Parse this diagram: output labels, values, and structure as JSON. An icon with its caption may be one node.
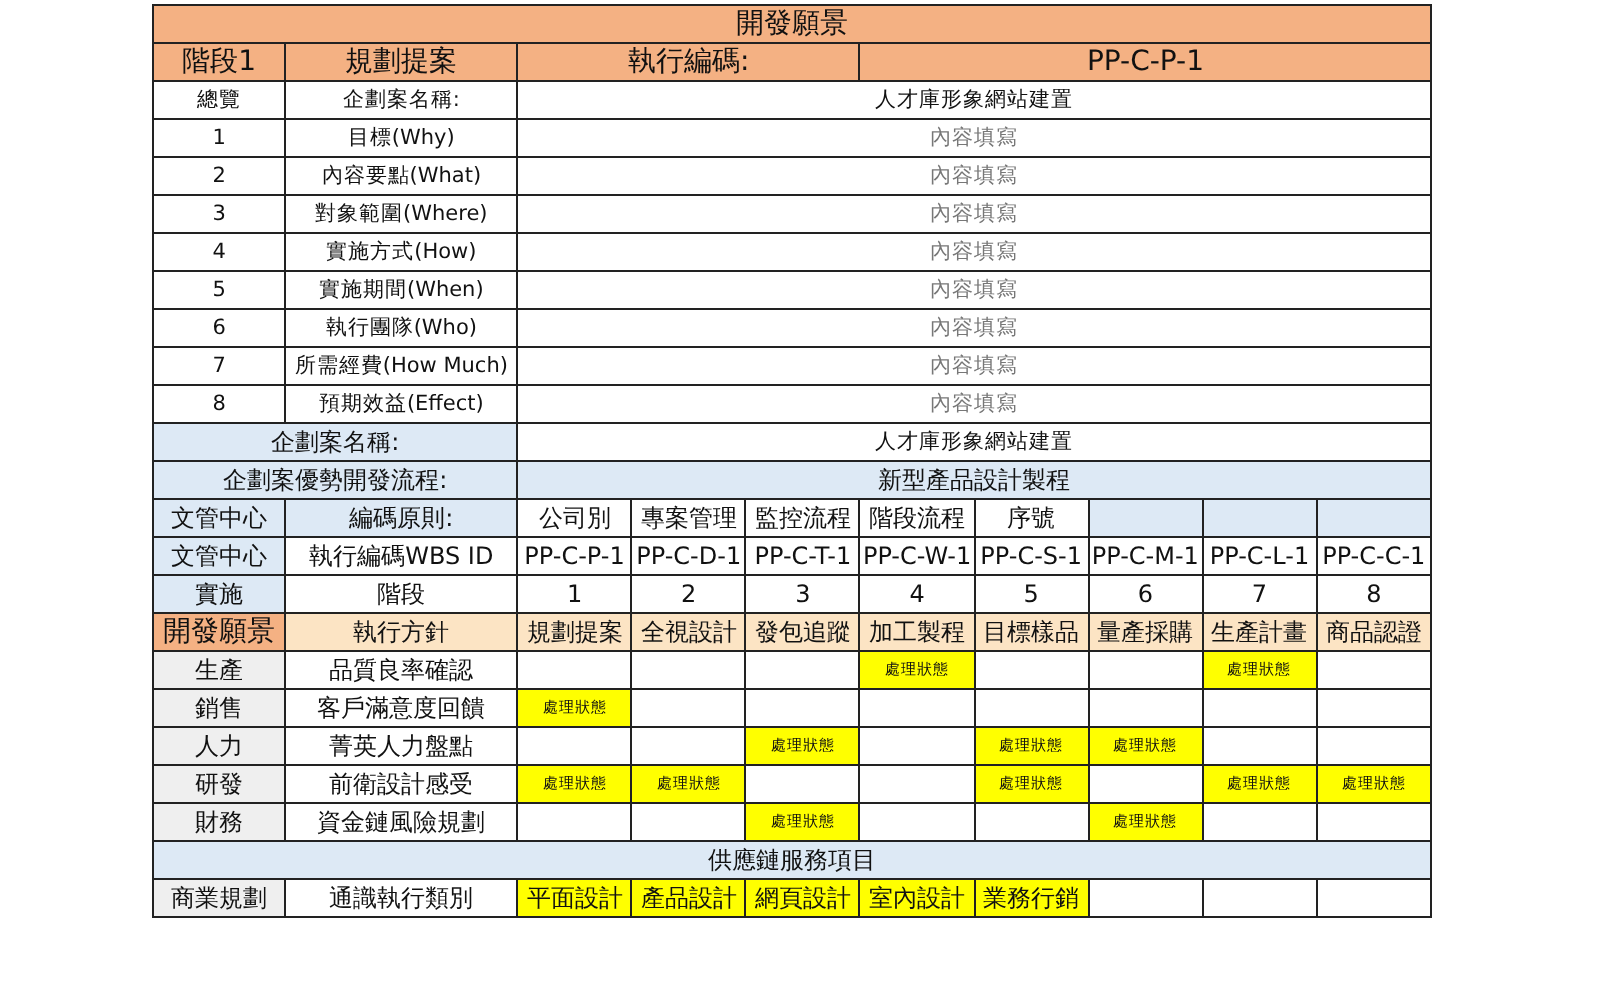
{
  "diagram": {
    "title": "開發願景",
    "labels": [
      "階段1",
      "規劃提案",
      "執行編碼:",
      "PP-C-P-1",
      "總覽",
      "企劃案名稱:",
      "人才庫形象網站建置",
      "1",
      "目標(Why)",
      "內容填寫",
      "2",
      "內容要點(What)",
      "內容填寫",
      "3",
      "對象範圍(Where)",
      "內容填寫",
      "4",
      "實施方式(How)",
      "內容填寫",
      "5",
      "實施期間(When)",
      "內容填寫",
      "6",
      "執行團隊(Who)",
      "內容填寫",
      "7",
      "所需經費(How Much)",
      "內容填寫",
      "8",
      "預期效益(Effect)",
      "內容填寫",
      "企劃案名稱:",
      "人才庫形象網站建置",
      "企劃案優勢開發流程:",
      "新型產品設計製程",
      "文管中心",
      "編碼原則:",
      "公司別",
      "專案管理",
      "監控流程",
      "階段流程",
      "序號",
      "文管中心",
      "執行編碼WBS ID",
      "PP-C-P-1",
      "PP-C-D-1",
      "PP-C-T-1",
      "PP-C-W-1",
      "PP-C-S-1",
      "PP-C-M-1",
      "PP-C-L-1",
      "PP-C-C-1",
      "實施",
      "階段",
      "1",
      "2",
      "3",
      "4",
      "5",
      "6",
      "7",
      "8",
      "開發願景",
      "執行方針",
      "規劃提案",
      "全視設計",
      "發包追蹤",
      "加工製程",
      "目標樣品",
      "量產採購",
      "生產計畫",
      "商品認證",
      "生產",
      "品質良率確認",
      "處理狀態",
      "處理狀態",
      "銷售",
      "客戶滿意度回饋",
      "處理狀態",
      "人力",
      "菁英人力盤點",
      "處理狀態",
      "處理狀態",
      "處理狀態",
      "研發",
      "前衛設計感受",
      "處理狀態",
      "處理狀態",
      "處理狀態",
      "處理狀態",
      "處理狀態",
      "財務",
      "資金鏈風險規劃",
      "處理狀態",
      "處理狀態",
      "供應鏈服務項目",
      "商業規劃",
      "通識執行類別",
      "平面設計",
      "產品設計",
      "網頁設計",
      "室內設計",
      "業務行銷"
    ]
  }
}
